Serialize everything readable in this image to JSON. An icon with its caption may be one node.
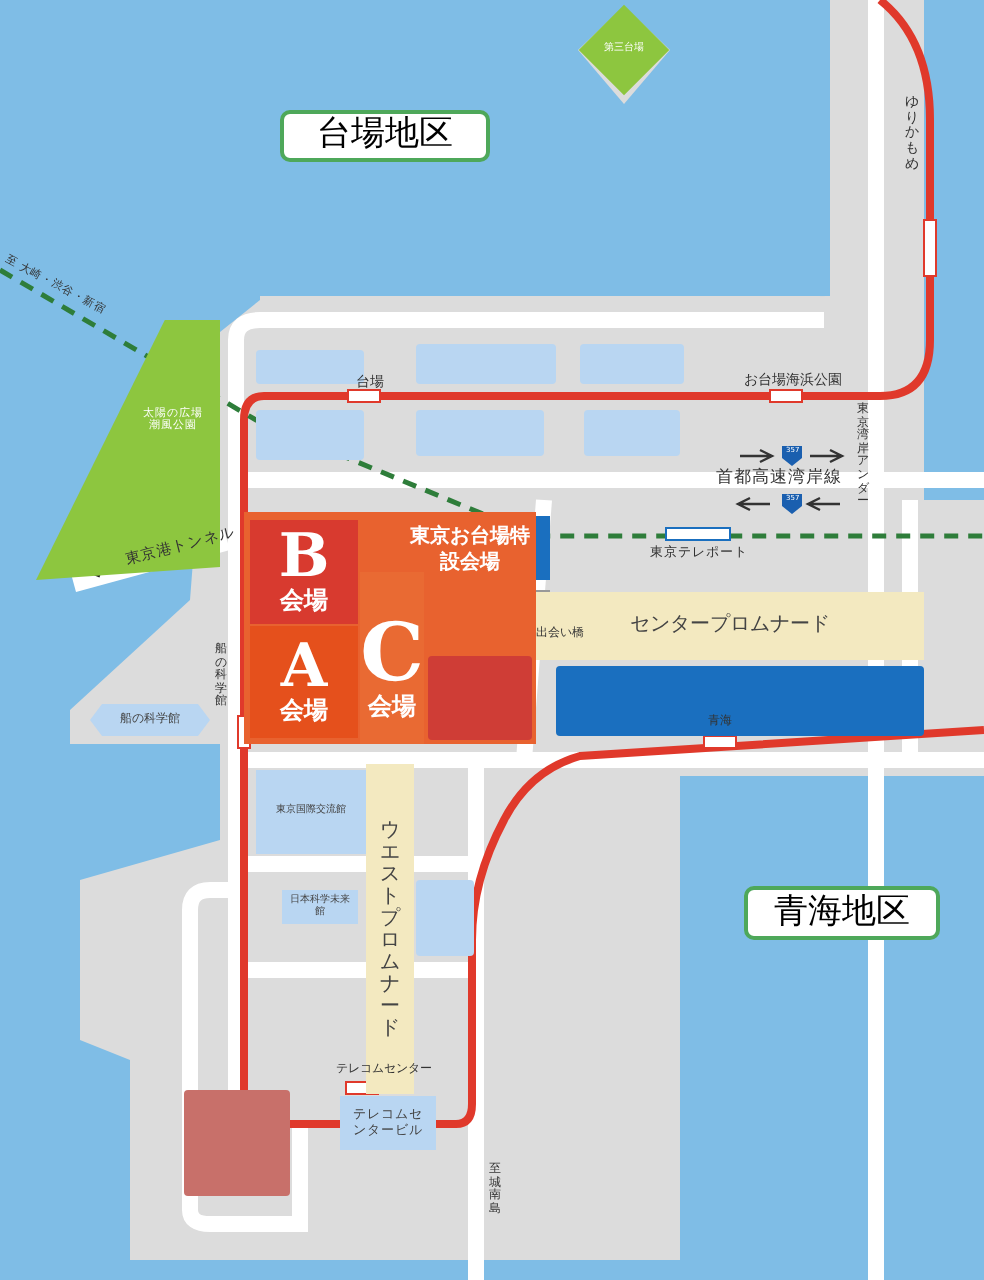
{
  "diagram": {
    "nodes": [
      {
        "text": [
          "台場地区"
        ]
      },
      {
        "text": [
          "第三台場"
        ]
      },
      {
        "text": [],
        "shape": "box"
      },
      {
        "text": [],
        "shape": "box"
      },
      {
        "text": [],
        "shape": "box"
      },
      {
        "text": [],
        "shape": "box"
      },
      {
        "text": [],
        "shape": "box"
      },
      {
        "text": [],
        "shape": "box"
      },
      {
        "text": [
          "太陽の広場",
          "潮風公園"
        ]
      },
      {
        "text": [
          "東京お台場特設会場"
        ]
      },
      {
        "text": [
          "B",
          "会場"
        ],
        "in": 9
      },
      {
        "text": [
          "C",
          "会場"
        ],
        "in": 9
      },
      {
        "text": [
          "A",
          "会場"
        ],
        "in": 9
      },
      {
        "text": [],
        "shape": "box",
        "in": 9
      },
      {
        "text": [
          "センタープロムナード"
        ]
      },
      {
        "text": [],
        "shape": "box"
      },
      {
        "text": [
          "船の科学館"
        ]
      },
      {
        "text": [
          "東京国際交流館"
        ]
      },
      {
        "text": [
          "ウエストプロムナード"
        ]
      },
      {
        "text": [
          "日本科学未来館"
        ]
      },
      {
        "text": [],
        "shape": "box"
      },
      {
        "text": [],
        "shape": "box"
      },
      {
        "text": [
          "テレコムセンタービル"
        ]
      },
      {
        "text": [
          "青海地区"
        ]
      }
    ],
    "labels": [
      "至 大崎・渋谷・新宿",
      "台場",
      "お台場海浜公園",
      "ゆりかもめ",
      "東京港トンネル",
      "357",
      "首都高速湾岸線",
      "357",
      "東京湾岸アンダー",
      "東京テレポート",
      "出会い橋",
      "船の科学館",
      "青海",
      "テレコムセンター",
      "至城南島"
    ]
  }
}
